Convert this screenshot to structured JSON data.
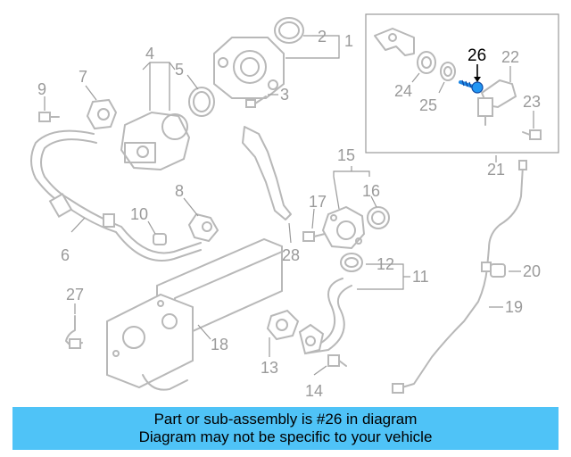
{
  "diagram": {
    "callouts": [
      "1",
      "2",
      "3",
      "4",
      "5",
      "6",
      "7",
      "8",
      "9",
      "10",
      "11",
      "12",
      "13",
      "14",
      "15",
      "16",
      "17",
      "18",
      "19",
      "20",
      "21",
      "22",
      "23",
      "24",
      "25",
      "26",
      "27",
      "28"
    ],
    "highlighted_part": "26",
    "highlight_color": "#000000",
    "line_color": "#b8b8b8",
    "highlighted_part_color": "#2196f3"
  },
  "banner": {
    "line1": "Part or sub-assembly is #26 in diagram",
    "line2": "Diagram may not be specific to your vehicle",
    "background": "#4fc3f7"
  }
}
